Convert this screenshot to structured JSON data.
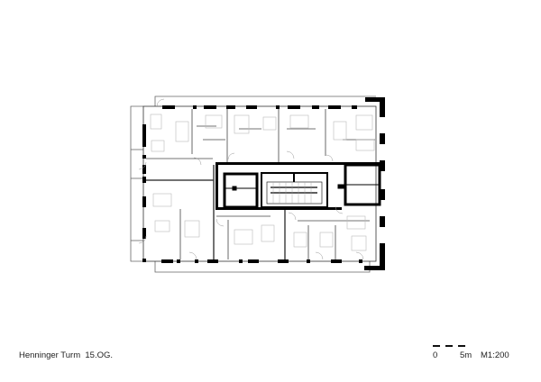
{
  "drawing": {
    "type": "architectural floor plan",
    "building": "Henninger Turm",
    "floor": "15.OG.",
    "caption": "Henninger Turm  15.OG."
  },
  "scale_bar": {
    "start_label": "0",
    "end_label": "5m",
    "ratio_label": "M1:200"
  },
  "colors": {
    "wall": "#000000",
    "line": "#555555",
    "furniture": "#bbbbbb",
    "background": "#ffffff"
  }
}
